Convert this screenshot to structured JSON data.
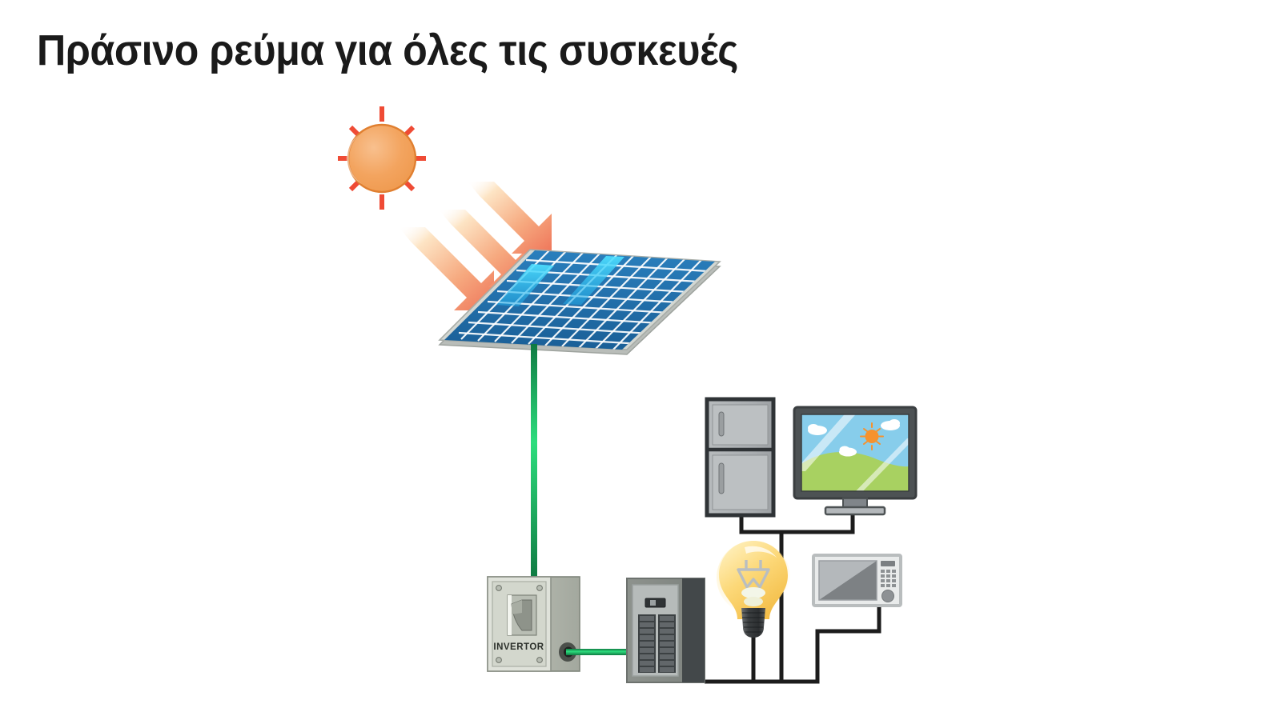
{
  "page": {
    "title": "Πράσινο ρεύμα για όλες τις συσκευές",
    "background_color": "#ffffff",
    "title_color": "#1a1a1a"
  },
  "diagram": {
    "type": "solar-power-system-illustration",
    "description": "Sunlight strikes a photovoltaic panel; DC power flows via a green cable to an inverter, then to an electrical breaker panel, which feeds household appliances over black wiring.",
    "nodes": [
      {
        "id": "sun",
        "label": "",
        "icon": "sun-icon",
        "color": "#f0a058",
        "ray_color": "#ef4b35"
      },
      {
        "id": "sun-rays",
        "label": "",
        "icon": "sun-rays-arrows-icon",
        "arrow_count": 3,
        "color_start": "#fde8cf",
        "color_end": "#ef7b63"
      },
      {
        "id": "solar-panel",
        "label": "",
        "icon": "solar-panel-icon",
        "color": "#1c6fad",
        "highlight_color": "#29c0ef",
        "frame_color": "#c9cdc9",
        "grid_rows": 9,
        "grid_cols": 11
      },
      {
        "id": "inverter",
        "label": "INVERTOR",
        "icon": "inverter-box-icon",
        "color": "#b4b9b0",
        "plate_color": "#d9dcd4",
        "port_color": "#3a3a3a"
      },
      {
        "id": "breaker-panel",
        "label": "",
        "icon": "breaker-panel-icon",
        "color": "#8d928d",
        "face_color": "#b6bbba",
        "breaker_color": "#3c4143",
        "breaker_columns": 2,
        "breakers_per_column": 9
      },
      {
        "id": "light-bulb",
        "label": "",
        "icon": "light-bulb-icon",
        "glass_color": "#fbd774",
        "glow_color": "#fff3c4",
        "base_color": "#4a4a4a"
      },
      {
        "id": "refrigerator",
        "label": "",
        "icon": "refrigerator-icon",
        "color": "#b0b4b6",
        "outline_color": "#2f3336",
        "doors": 2
      },
      {
        "id": "television",
        "label": "",
        "icon": "television-icon",
        "bezel_color": "#4d5254",
        "sky_color": "#87cdeb",
        "grass_color": "#a8d161",
        "screen_sun_color": "#f6922e"
      },
      {
        "id": "microwave",
        "label": "",
        "icon": "microwave-icon",
        "body_color": "#e9ebeb",
        "window_color": "#9a9ea1",
        "keypad_color": "#8d9194"
      }
    ],
    "wires": [
      {
        "id": "panel-to-inverter",
        "from": "solar-panel",
        "to": "inverter",
        "color": "#17a657",
        "style": "solid"
      },
      {
        "id": "inverter-to-breaker",
        "from": "inverter",
        "to": "breaker-panel",
        "color": "#17a657",
        "style": "solid"
      },
      {
        "id": "breaker-to-appliances",
        "from": "breaker-panel",
        "to": "refrigerator",
        "color": "#1c1c1c",
        "style": "solid"
      },
      {
        "id": "branch-television",
        "from": "breaker-panel",
        "to": "television",
        "color": "#1c1c1c",
        "style": "solid"
      },
      {
        "id": "branch-bulb",
        "from": "breaker-panel",
        "to": "light-bulb",
        "color": "#1c1c1c",
        "style": "solid"
      },
      {
        "id": "branch-microwave",
        "from": "breaker-panel",
        "to": "microwave",
        "color": "#1c1c1c",
        "style": "solid"
      }
    ]
  }
}
